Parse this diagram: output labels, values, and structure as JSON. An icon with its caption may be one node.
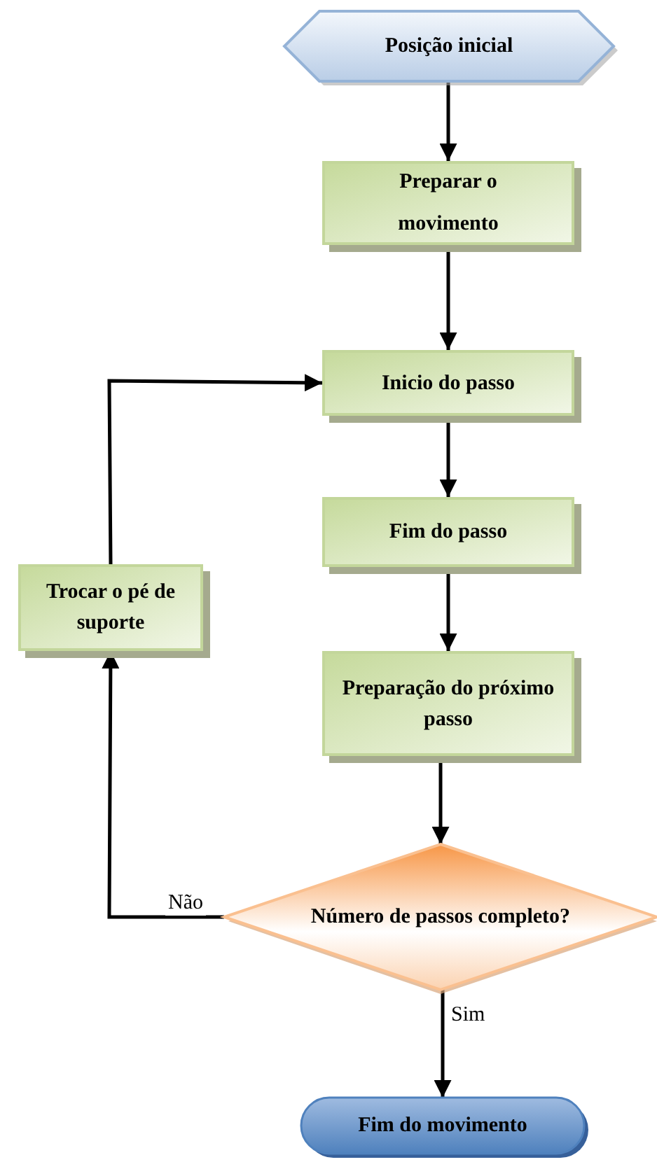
{
  "diagram": {
    "nodes": [
      {
        "text": [
          "Posição inicial"
        ]
      },
      {
        "text": [
          "Preparar o movimento"
        ]
      },
      {
        "text": [
          "Inicio do passo"
        ]
      },
      {
        "text": [
          "Fim do passo"
        ]
      },
      {
        "text": [
          "Preparação do próximo passo"
        ]
      },
      {
        "text": [
          "Número de passos completo?"
        ]
      },
      {
        "text": [
          "Trocar o pé de suporte"
        ]
      },
      {
        "text": [
          "Fim do movimento"
        ]
      }
    ],
    "edges": [
      {
        "from": 0,
        "to": 1,
        "arrow": "to"
      },
      {
        "from": 1,
        "to": 2,
        "arrow": "to"
      },
      {
        "from": 2,
        "to": 3,
        "arrow": "to"
      },
      {
        "from": 3,
        "to": 4,
        "arrow": "to"
      },
      {
        "from": 4,
        "to": 5,
        "arrow": "to"
      },
      {
        "from": 5,
        "to": 6,
        "arrow": "to",
        "label": "Não"
      },
      {
        "from": 6,
        "to": 2,
        "arrow": "to"
      },
      {
        "from": 5,
        "to": 7,
        "arrow": "to",
        "label": "Sim"
      }
    ]
  }
}
